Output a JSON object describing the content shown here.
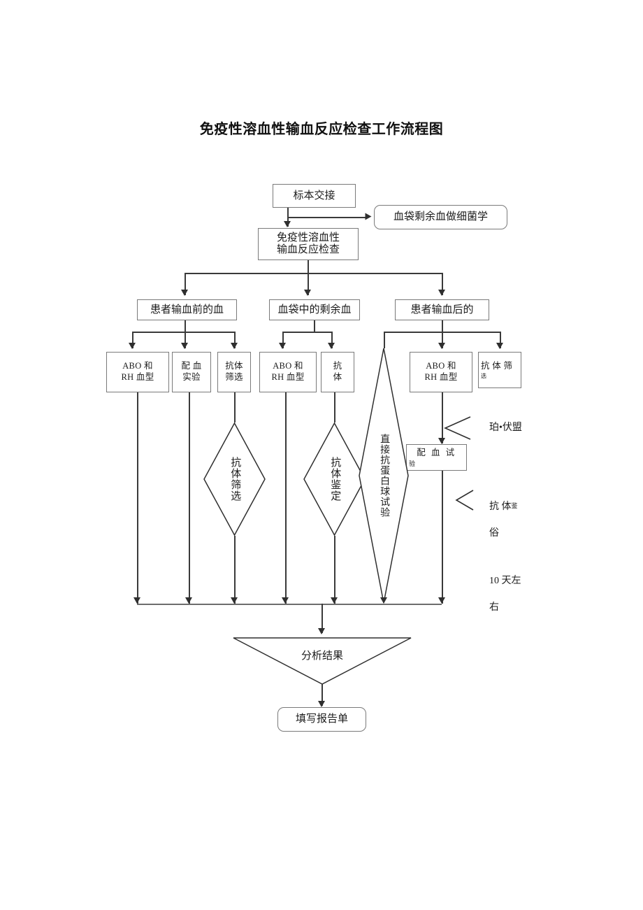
{
  "document": {
    "title": "免疫性溶血性输血反应检查工作流程图"
  },
  "flowchart": {
    "type": "flowchart",
    "nodes": {
      "start": {
        "label": "标本交接",
        "shape": "rect"
      },
      "bacteria": {
        "label": "血袋剩余血做细菌学",
        "shape": "rounded-rect"
      },
      "main_check": {
        "line1": "免疫性溶血性",
        "line2": "输血反应检查",
        "shape": "rect"
      },
      "pre_blood": {
        "label": "患者输血前的血",
        "shape": "rect"
      },
      "bag_blood": {
        "label": "血袋中的剩余血",
        "shape": "rect"
      },
      "post_blood": {
        "label": "患者输血后的",
        "shape": "rect"
      },
      "pre_abo": {
        "line1": "ABO 和",
        "line2": "RH 血型",
        "shape": "rect"
      },
      "pre_cross": {
        "line1": "配 血",
        "line2": "实验",
        "shape": "rect"
      },
      "pre_screen": {
        "line1": "抗体",
        "line2": "筛选",
        "shape": "rect"
      },
      "bag_abo": {
        "line1": "ABO 和",
        "line2": "RH 血型",
        "shape": "rect"
      },
      "bag_ab": {
        "line1": "抗",
        "line2": "体",
        "shape": "rect"
      },
      "post_abo": {
        "line1": "ABO 和",
        "line2": "RH 血型",
        "shape": "rect"
      },
      "post_screen": {
        "line1": "抗 体 筛",
        "line2": "选",
        "shape": "rect"
      },
      "cross_test": {
        "line1": "配 血 试",
        "line2": "验",
        "shape": "rect"
      },
      "diamond_screen": {
        "label": "抗体筛选",
        "shape": "diamond"
      },
      "diamond_identify": {
        "label": "抗体鉴定",
        "shape": "diamond"
      },
      "diamond_dat": {
        "label": "直接抗蛋白球试验",
        "shape": "diamond"
      },
      "analyze": {
        "label": "分析结果",
        "shape": "inverted-triangle"
      },
      "report": {
        "label": "填写报告单",
        "shape": "rounded-rect"
      }
    },
    "annotations": [
      {
        "id": "annot_1",
        "text": "珀•伏盟"
      },
      {
        "id": "annot_2",
        "line1": "抗 体",
        "sup": "鉴",
        "line2": "俗"
      },
      {
        "id": "annot_3",
        "line1": "10 天左",
        "line2": "右"
      }
    ]
  },
  "colors": {
    "line": "#3a3a3a",
    "box_border": "#7a7a7a",
    "text": "#1c1c1c",
    "background": "#ffffff"
  }
}
